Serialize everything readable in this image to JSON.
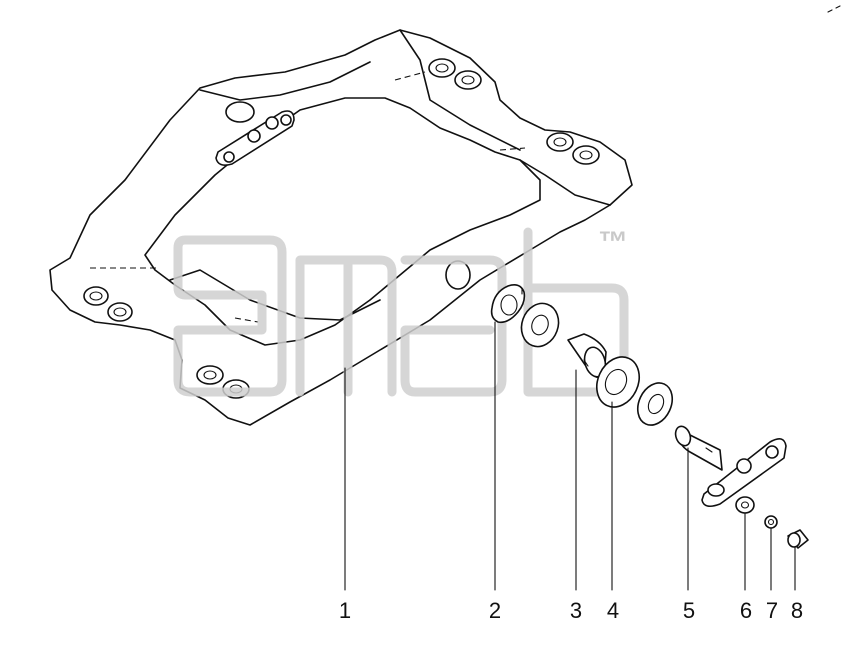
{
  "diagram": {
    "watermark": {
      "trademark": "™"
    },
    "callouts": [
      {
        "id": "1",
        "label": "1"
      },
      {
        "id": "2",
        "label": "2"
      },
      {
        "id": "3",
        "label": "3"
      },
      {
        "id": "4",
        "label": "4"
      },
      {
        "id": "5",
        "label": "5"
      },
      {
        "id": "6",
        "label": "6"
      },
      {
        "id": "7",
        "label": "7"
      },
      {
        "id": "8",
        "label": "8"
      }
    ],
    "colors": {
      "line": "#111111",
      "watermark": "#cfcfcf",
      "background": "#ffffff"
    }
  }
}
